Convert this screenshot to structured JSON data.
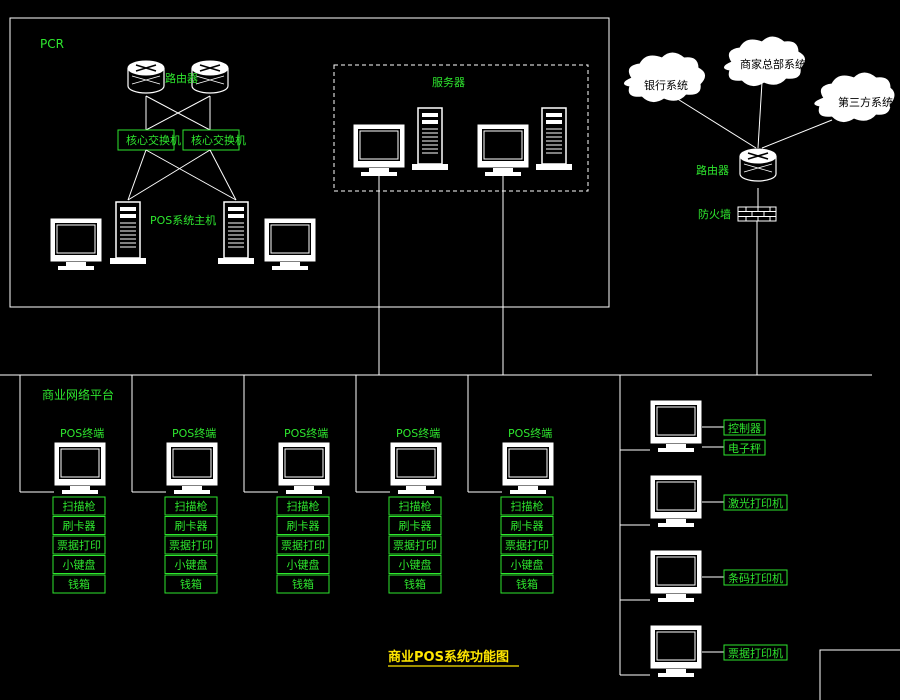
{
  "pcr": {
    "label": "PCR"
  },
  "pcr_routers": {
    "label": "路由器"
  },
  "core_switches": [
    "核心交换机",
    "核心交换机"
  ],
  "pos_host": {
    "label": "POS系统主机"
  },
  "servers": {
    "label": "服务器"
  },
  "external": {
    "bank": "银行系统",
    "headquarters": "商家总部系统",
    "third_party": "第三方系统",
    "router": "路由器",
    "firewall": "防火墙"
  },
  "platform": {
    "label": "商业网络平台"
  },
  "terminals": [
    {
      "title": "POS终端",
      "devices": [
        "扫描枪",
        "刷卡器",
        "票据打印",
        "小键盘",
        "钱箱"
      ]
    },
    {
      "title": "POS终端",
      "devices": [
        "扫描枪",
        "刷卡器",
        "票据打印",
        "小键盘",
        "钱箱"
      ]
    },
    {
      "title": "POS终端",
      "devices": [
        "扫描枪",
        "刷卡器",
        "票据打印",
        "小键盘",
        "钱箱"
      ]
    },
    {
      "title": "POS终端",
      "devices": [
        "扫描枪",
        "刷卡器",
        "票据打印",
        "小键盘",
        "钱箱"
      ]
    },
    {
      "title": "POS终端",
      "devices": [
        "扫描枪",
        "刷卡器",
        "票据打印",
        "小键盘",
        "钱箱"
      ]
    }
  ],
  "right_stations": [
    {
      "labels": [
        "控制器",
        "电子秤"
      ]
    },
    {
      "labels": [
        "激光打印机"
      ]
    },
    {
      "labels": [
        "条码打印机"
      ]
    },
    {
      "labels": [
        "票据打印机"
      ]
    }
  ],
  "diagram_title": "商业POS系统功能图",
  "colors": {
    "background": "#000000",
    "label": "#2ee62e",
    "wire": "#ffffff",
    "title": "#ffe600"
  }
}
